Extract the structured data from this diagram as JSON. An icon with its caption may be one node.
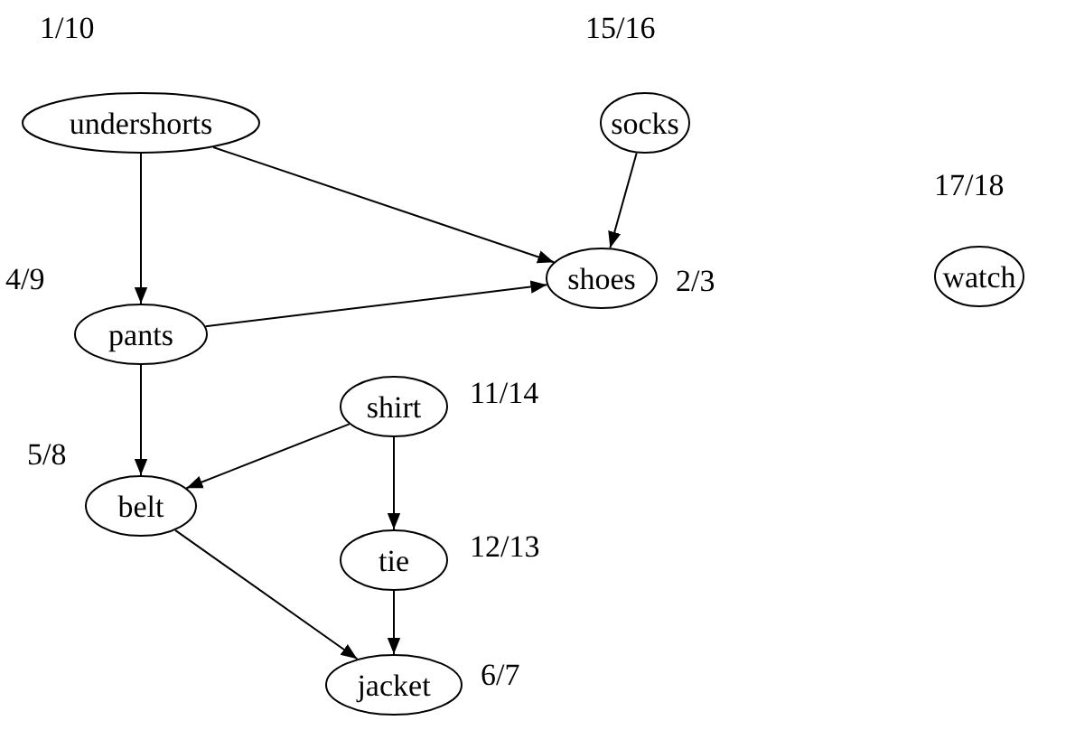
{
  "diagram": {
    "nodes": [
      {
        "text": [
          "undershorts"
        ],
        "beside": [
          "1/10"
        ]
      },
      {
        "text": [
          "socks"
        ],
        "beside": [
          "15/16"
        ]
      },
      {
        "text": [
          "watch"
        ],
        "beside": [
          "17/18"
        ]
      },
      {
        "text": [
          "shoes"
        ],
        "beside": [
          "2/3"
        ]
      },
      {
        "text": [
          "pants"
        ],
        "beside": [
          "4/9"
        ]
      },
      {
        "text": [
          "shirt"
        ],
        "beside": [
          "11/14"
        ]
      },
      {
        "text": [
          "belt"
        ],
        "beside": [
          "5/8"
        ]
      },
      {
        "text": [
          "tie"
        ],
        "beside": [
          "12/13"
        ]
      },
      {
        "text": [
          "jacket"
        ],
        "beside": [
          "6/7"
        ]
      }
    ],
    "edges": [
      {
        "from": 0,
        "to": 4,
        "arrow": "to"
      },
      {
        "from": 0,
        "to": 3,
        "arrow": "to"
      },
      {
        "from": 1,
        "to": 3,
        "arrow": "to"
      },
      {
        "from": 4,
        "to": 3,
        "arrow": "to"
      },
      {
        "from": 4,
        "to": 6,
        "arrow": "to"
      },
      {
        "from": 5,
        "to": 6,
        "arrow": "to"
      },
      {
        "from": 5,
        "to": 7,
        "arrow": "to"
      },
      {
        "from": 6,
        "to": 8,
        "arrow": "to"
      },
      {
        "from": 7,
        "to": 8,
        "arrow": "to"
      }
    ]
  }
}
